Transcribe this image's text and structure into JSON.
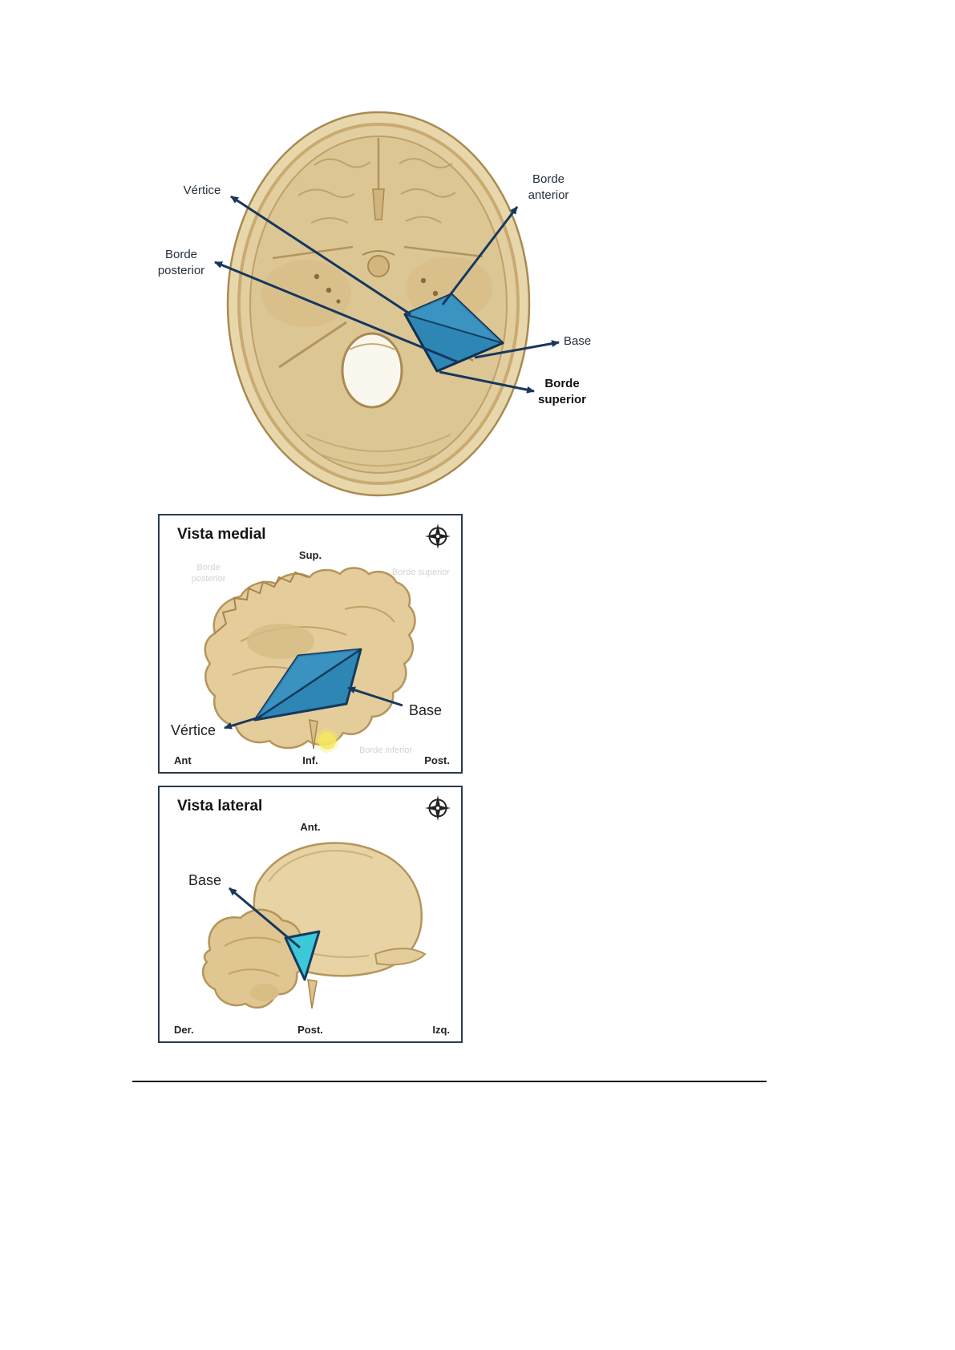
{
  "figure_top": {
    "labels": {
      "vertice": "Vértice",
      "borde_anterior": "Borde anterior",
      "borde_posterior": "Borde posterior",
      "base": "Base",
      "borde_superior": "Borde superior"
    }
  },
  "panel_medial": {
    "title": "Vista medial",
    "orientation_top": "Sup.",
    "orientation_bottom_left": "Ant",
    "orientation_bottom_center": "Inf.",
    "orientation_bottom_right": "Post.",
    "label_vertice": "Vértice",
    "label_base": "Base",
    "faint_label_left": "Borde posterior",
    "faint_label_right": "Borde superior",
    "faint_label_bottom": "Borde inferior"
  },
  "panel_lateral": {
    "title": "Vista lateral",
    "orientation_top": "Ant.",
    "orientation_bottom_left": "Der.",
    "orientation_bottom_center": "Post.",
    "orientation_bottom_right": "Izq.",
    "label_base": "Base"
  },
  "colors": {
    "bone_light": "#e9d7ac",
    "bone_mid": "#dcc694",
    "bone_dark": "#b5955c",
    "highlight_blue": "#2e86b5",
    "highlight_cyan": "#3cc8d8",
    "arrow_navy": "#17375e"
  }
}
